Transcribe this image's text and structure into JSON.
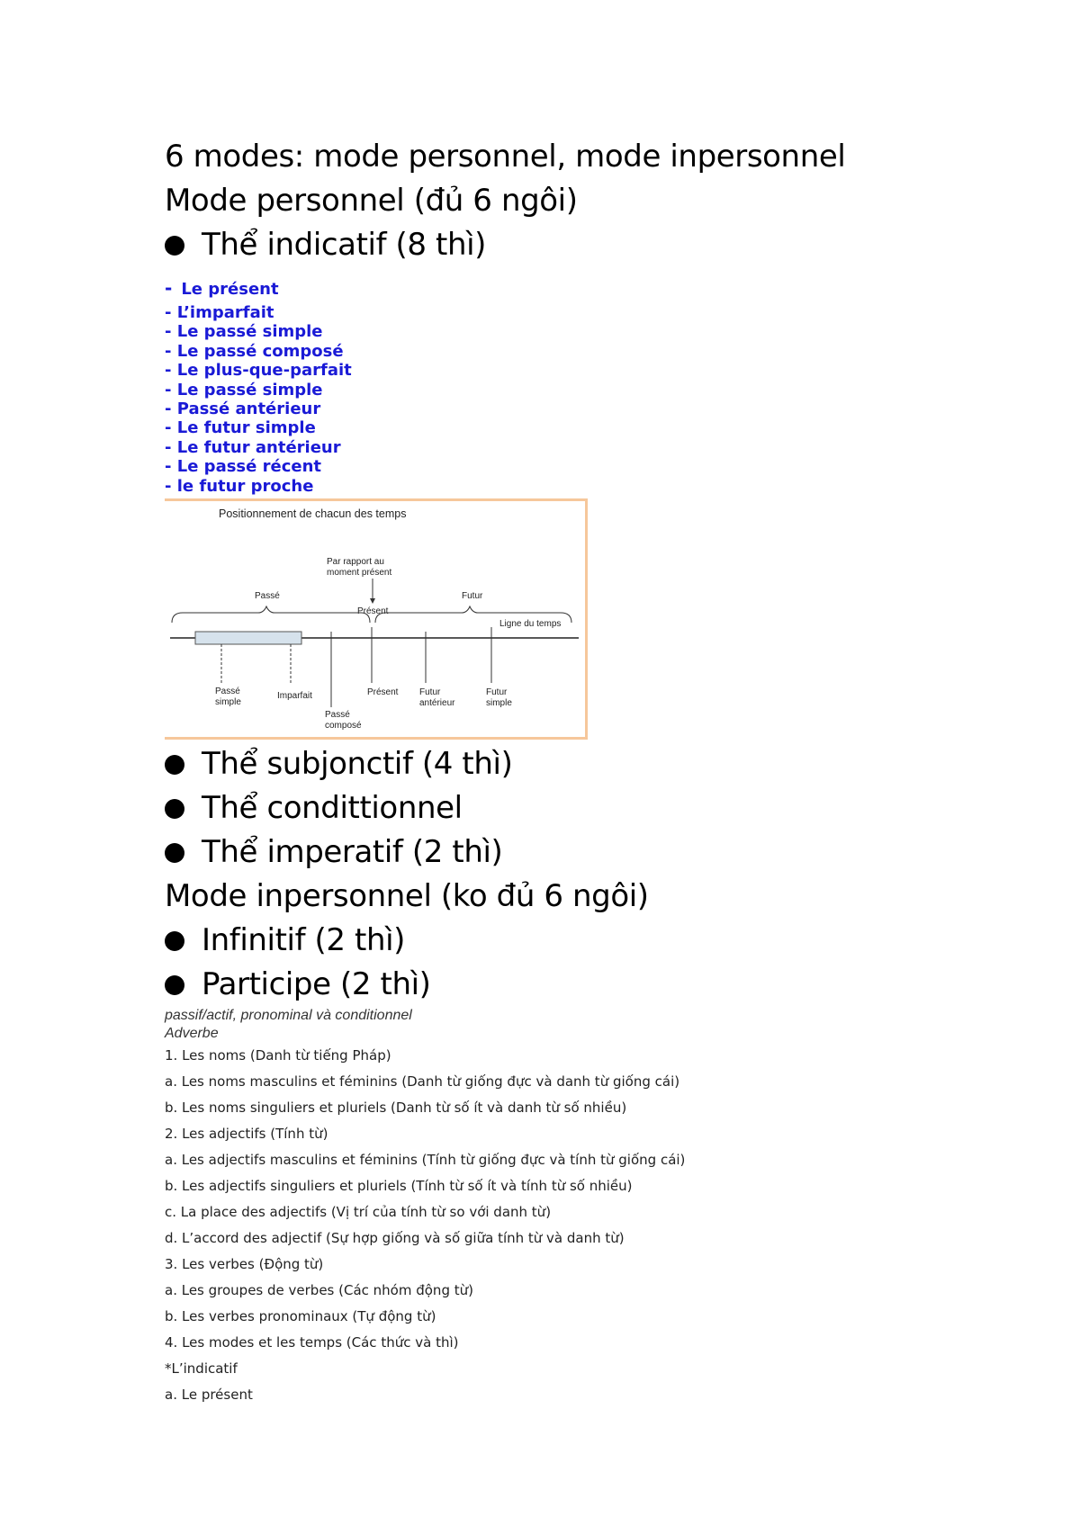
{
  "headings": {
    "title": "6 modes: mode personnel, mode inpersonnel",
    "personnel": "Mode personnel (đủ 6 ngôi)",
    "indicatif": "Thể indicatif (8 thì)"
  },
  "tenses": [
    "Le présent",
    "- L’imparfait",
    "- Le passé simple",
    "- Le passé composé",
    "- Le plus-que-parfait",
    "- Le passé simple",
    "- Passé antérieur",
    "- Le futur simple",
    "- Le futur antérieur",
    "- Le passé récent",
    "- le futur proche"
  ],
  "tense_first_dash": "-",
  "diagram": {
    "title": "Positionnement de chacun des temps",
    "top_note_1": "Par rapport au",
    "top_note_2": "moment présent",
    "passe": "Passé",
    "futur": "Futur",
    "present_top": "Présent",
    "ligne": "Ligne du temps",
    "passe_simple_1": "Passé",
    "passe_simple_2": "simple",
    "imparfait": "Imparfait",
    "passe_compose_1": "Passé",
    "passe_compose_2": "composé",
    "present_bottom": "Présent",
    "futur_ant_1": "Futur",
    "futur_ant_2": "antérieur",
    "futur_simple_1": "Futur",
    "futur_simple_2": "simple"
  },
  "more_bullets": [
    "Thể subjonctif (4 thì)",
    "Thể condittionnel",
    "Thể imperatif (2 thì)"
  ],
  "inpersonnel": "Mode inpersonnel (ko đủ 6 ngôi)",
  "inpersonnel_bullets": [
    "Infinitif (2 thì)",
    "Participe (2 thì)"
  ],
  "notes": [
    "passif/actif, pronominal và conditionnel",
    "Adverbe"
  ],
  "outline": [
    "1. Les noms (Danh từ tiếng Pháp)",
    "a. Les noms masculins et féminins (Danh từ giống đực và danh từ giống cái)",
    "b. Les noms singuliers et pluriels (Danh từ số ít và danh từ số nhiều)",
    "2. Les adjectifs (Tính từ)",
    "a. Les adjectifs masculins et féminins (Tính từ giống đực và tính từ giống cái)",
    "b. Les adjectifs singuliers et pluriels (Tính từ số ít và tính từ số nhiều)",
    "c. La place des adjectifs (Vị trí của tính từ so với danh từ)",
    "d. L’accord des adjectif (Sự hợp giống và số giữa tính từ và danh từ)",
    "3. Les verbes (Động từ)",
    "a. Les groupes de verbes (Các nhóm động từ)",
    "b. Les verbes pronominaux (Tự động từ)",
    "4. Les modes et les temps (Các thức và thì)",
    "*L’indicatif",
    "a. Le présent"
  ]
}
